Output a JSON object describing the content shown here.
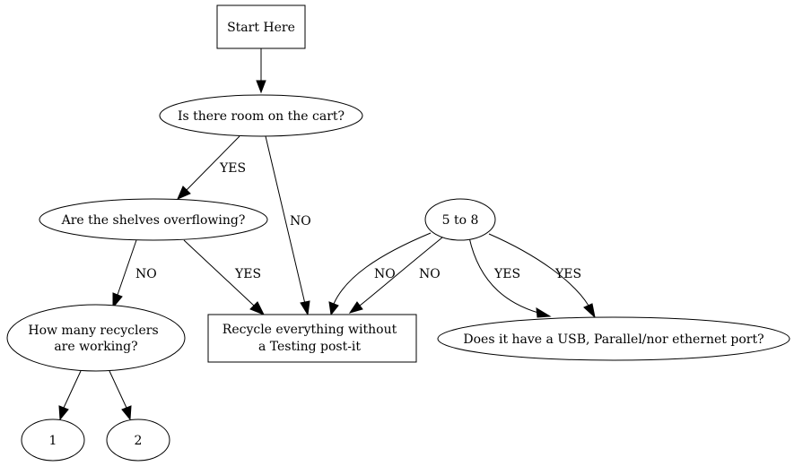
{
  "nodes": {
    "start": "Start Here",
    "room": "Is there room on the cart?",
    "shelves": "Are the shelves overflowing?",
    "recyclers_line1": "How many recyclers",
    "recyclers_line2": "are working?",
    "recycle_line1": "Recycle everything without",
    "recycle_line2": "a Testing post-it",
    "five_to_eight": "5 to 8",
    "port": "Does it have a USB, Parallel/nor ethernet port?",
    "one": "1",
    "two": "2"
  },
  "edges": {
    "room_to_shelves": "YES",
    "room_to_recycle": "NO",
    "shelves_to_recyclers": "NO",
    "shelves_to_recycle": "YES",
    "five_to_recycle_a": "NO",
    "five_to_recycle_b": "NO",
    "five_to_port_a": "YES",
    "five_to_port_b": "YES"
  }
}
